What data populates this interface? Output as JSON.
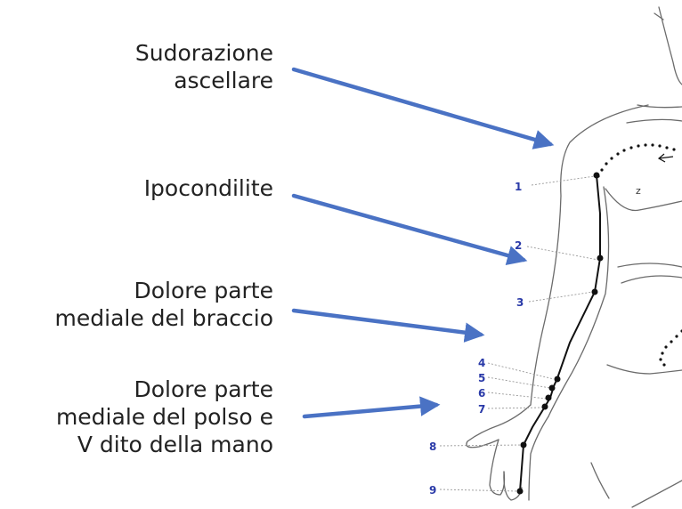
{
  "colors": {
    "arrow": "#4a72c4",
    "point_number": "#2a3aa8",
    "outline": "#6b6b6b",
    "meridian": "#111111",
    "label_text": "#222222"
  },
  "labels": [
    {
      "id": "sweat",
      "text": "Sudorazione\nascellare"
    },
    {
      "id": "epicondyl",
      "text": "Ipocondilite"
    },
    {
      "id": "arm",
      "text": "Dolore parte\nmediale del braccio"
    },
    {
      "id": "wrist",
      "text": "Dolore parte\nmediale del polso e\nV dito della mano"
    }
  ],
  "points": [
    "1",
    "2",
    "3",
    "4",
    "5",
    "6",
    "7",
    "8",
    "9"
  ],
  "chest_marker": "z"
}
